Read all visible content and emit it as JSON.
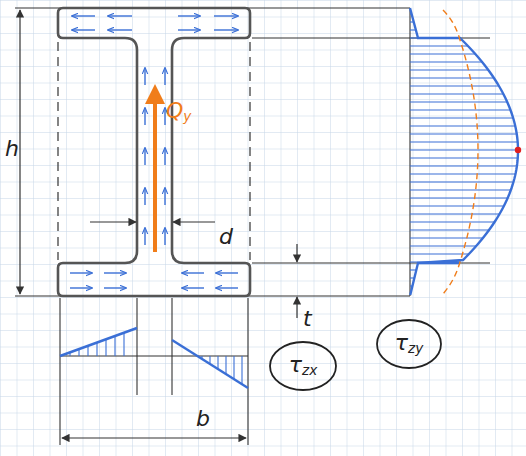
{
  "diagram": {
    "nodes": [
      {
        "text": [
          "τzx"
        ]
      },
      {
        "text": [
          "τzy"
        ]
      }
    ],
    "labels": [
      "h",
      "Qy",
      "d",
      "t",
      "b"
    ]
  }
}
